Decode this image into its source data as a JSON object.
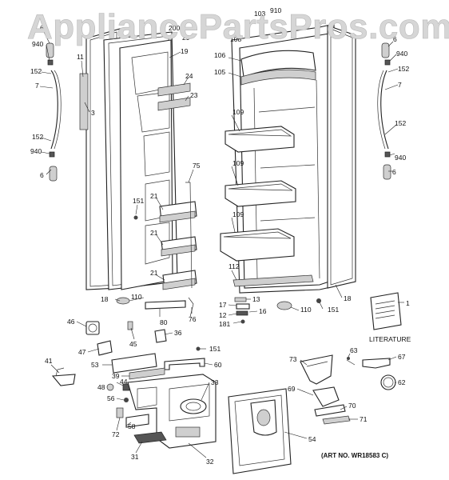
{
  "watermark": "AppliancePartsPros.com",
  "literature_label": "LITERATURE",
  "art_number": "(ART NO. WR18583 C)",
  "callouts": {
    "c6a": "6",
    "c940a": "940",
    "c152a": "152",
    "c7a": "7",
    "c152b": "152",
    "c940b": "940",
    "c6b": "6",
    "c11": "11",
    "c3": "3",
    "c200": "200",
    "c29": "29",
    "c19": "19",
    "c24": "24",
    "c23": "23",
    "c75": "75",
    "c151a": "151",
    "c21a": "21",
    "c21b": "21",
    "c21c": "21",
    "c18a": "18",
    "c110a": "110",
    "c76": "76",
    "c80": "80",
    "c103": "103",
    "c910": "910",
    "c108": "108",
    "c106": "106",
    "c105": "105",
    "c109a": "109",
    "c109b": "109",
    "c109c": "109",
    "c112": "112",
    "c6c": "6",
    "c940c": "940",
    "c152c": "152",
    "c7b": "7",
    "c152d": "152",
    "c940d": "940",
    "c6d": "6",
    "c18b": "18",
    "c151b": "151",
    "c110b": "110",
    "c13": "13",
    "c17": "17",
    "c16": "16",
    "c12": "12",
    "c181": "181",
    "c1": "1",
    "c46": "46",
    "c45": "45",
    "c36": "36",
    "c47": "47",
    "c151c": "151",
    "c53": "53",
    "c60": "60",
    "c41": "41",
    "c39": "39",
    "c44": "44",
    "c48": "48",
    "c33": "33",
    "c56": "56",
    "c58": "58",
    "c72": "72",
    "c31": "31",
    "c32": "32",
    "c54": "54",
    "c73": "73",
    "c63": "63",
    "c67": "67",
    "c62": "62",
    "c69": "69",
    "c70": "70",
    "c71": "71"
  }
}
